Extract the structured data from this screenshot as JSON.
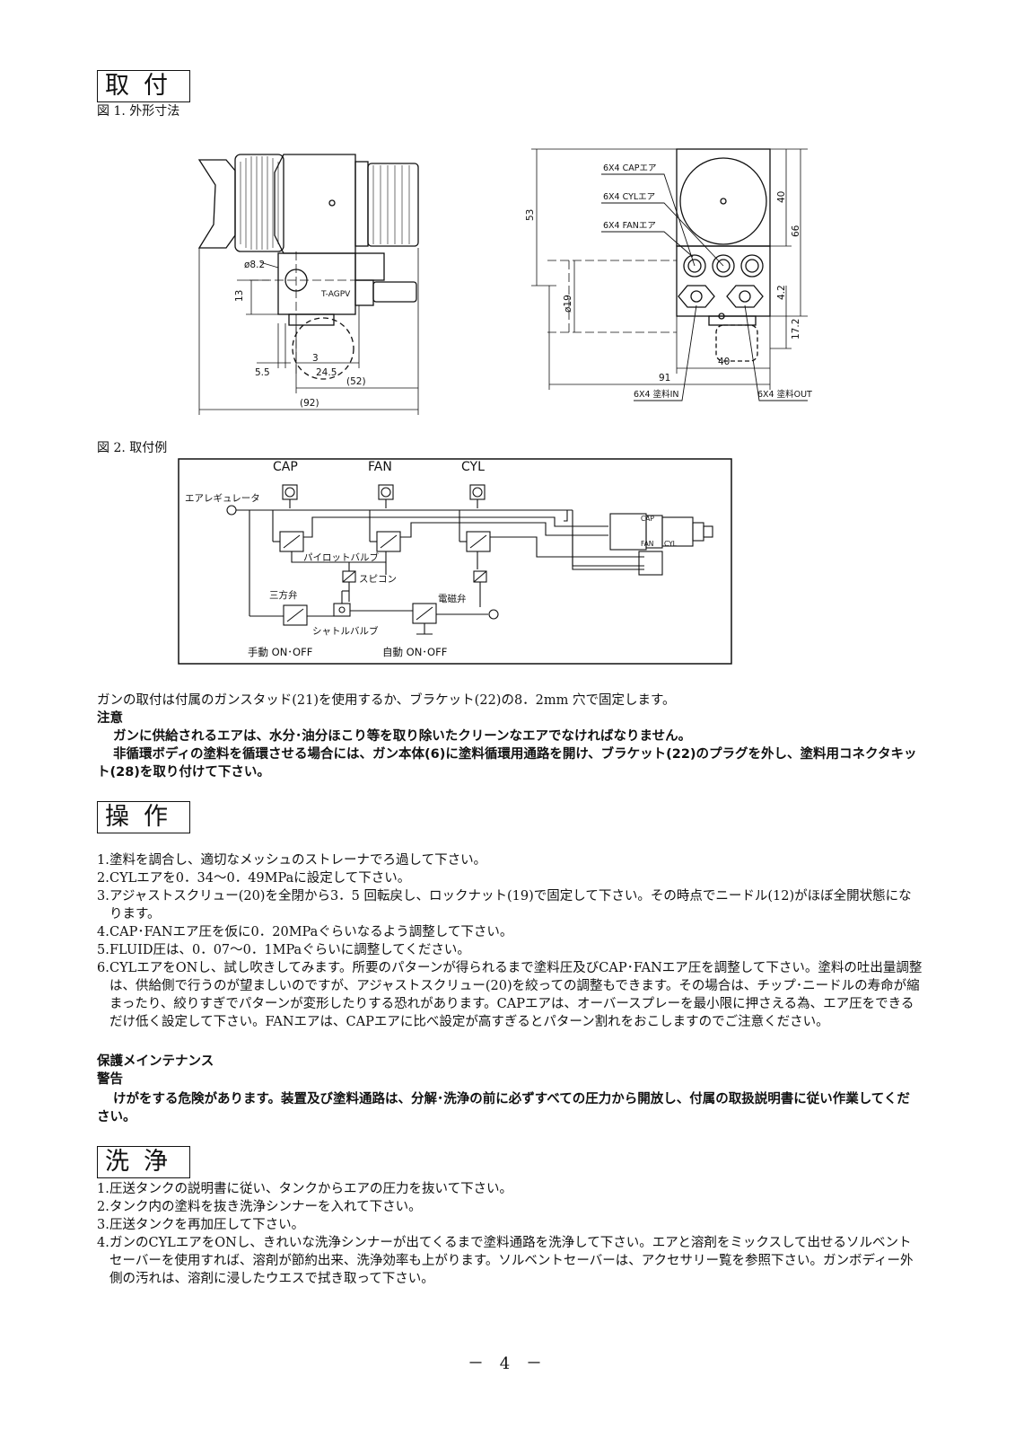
{
  "sections": {
    "mounting": {
      "heading": "取付",
      "fig1_caption": "図 1. 外形寸法",
      "fig2_caption": "図 2. 取付例"
    },
    "operation": {
      "heading": "操作"
    },
    "cleaning": {
      "heading": "洗浄"
    }
  },
  "figure1": {
    "left": {
      "dim_diameter": "ø8.2",
      "dim_13": "13",
      "dim_3": "3",
      "dim_5_5": "5.5",
      "dim_24_5": "24.5",
      "dim_52": "(52)",
      "dim_92": "(92)",
      "model": "T-AGPV"
    },
    "right": {
      "label_cap": "6X4 CAPエア",
      "label_cyl": "6X4 CYLエア",
      "label_fan": "6X4 FANエア",
      "label_in": "6X4 塗料IN",
      "label_out": "6X4 塗料OUT",
      "dim_53": "53",
      "dim_40v": "40",
      "dim_66": "66",
      "dim_4_2": "4.2",
      "dim_17_2": "17.2",
      "dim_19": "ø19",
      "dim_40h": "40",
      "dim_91": "91"
    }
  },
  "figure2": {
    "gauge_cap": "CAP",
    "gauge_fan": "FAN",
    "gauge_cyl": "CYL",
    "regulator": "エアレギュレータ",
    "pilot_valve": "パイロットバルブ",
    "speed_control": "スピコン",
    "three_way": "三方弁",
    "shuttle": "シャトルバルブ",
    "solenoid": "電磁弁",
    "manual": "手動 ON･OFF",
    "auto": "自動 ON･OFF",
    "gun_cap": "CAP",
    "gun_fan": "FAN",
    "gun_cyl": "CYL"
  },
  "mounting_text": {
    "intro": "ガンの取付は付属のガンスタッド(21)を使用するか、ブラケット(22)の8．2mm 穴で固定します。",
    "caution_label": "注意",
    "caution_1": "ガンに供給されるエアは、水分･油分ほこり等を取り除いたクリーンなエアでなければなりません。",
    "caution_2": "非循環ボディの塗料を循環させる場合には、ガン本体(6)に塗料循環用通路を開け、ブラケット(22)のプラグを外し、塗料用コネクタキット(28)を取り付けて下さい。"
  },
  "operation_steps": [
    {
      "n": "1.",
      "text": "塗料を調合し、適切なメッシュのストレーナでろ過して下さい。"
    },
    {
      "n": "2.",
      "text": "CYLエアを0．34～0．49MPaに設定して下さい。"
    },
    {
      "n": "3.",
      "text": "アジャストスクリュー(20)を全閉から3．5 回転戻し、ロックナット(19)で固定して下さい。その時点でニードル(12)がほぼ全開状態になります。"
    },
    {
      "n": "4.",
      "text": "CAP･FANエア圧を仮に0．20MPaぐらいなるよう調整して下さい。"
    },
    {
      "n": "5.",
      "text": "FLUID圧は、0．07～0．1MPaぐらいに調整してください。"
    },
    {
      "n": "6.",
      "text": "CYLエアをONし、試し吹きしてみます。所要のパターンが得られるまで塗料圧及びCAP･FANエア圧を調整して下さい。塗料の吐出量調整は、供給側で行うのが望ましいのですが、アジャストスクリュー(20)を絞っての調整もできます。その場合は、チップ･ニードルの寿命が縮まったり、絞りすぎでパターンが変形したりする恐れがあります。CAPエアは、オーバースプレーを最小限に押さえる為、エア圧をできるだけ低く設定して下さい。FANエアは、CAPエアに比べ設定が高すぎるとパターン割れをおこしますのでご注意ください。"
    }
  ],
  "maintenance": {
    "title": "保護メインテナンス",
    "warning_label": "警告",
    "warning_text": "けがをする危険があります。装置及び塗料通路は、分解･洗浄の前に必ずすべての圧力から開放し、付属の取扱説明書に従い作業してください。"
  },
  "cleaning_steps": [
    {
      "n": "1.",
      "text": "圧送タンクの説明書に従い、タンクからエアの圧力を抜いて下さい。"
    },
    {
      "n": "2.",
      "text": "タンク内の塗料を抜き洗浄シンナーを入れて下さい。"
    },
    {
      "n": "3.",
      "text": "圧送タンクを再加圧して下さい。"
    },
    {
      "n": "4.",
      "text": "ガンのCYLエアをONし、きれいな洗浄シンナーが出てくるまで塗料通路を洗浄して下さい。エアと溶剤をミックスして出せるソルベントセーバーを使用すれば、溶剤が節約出来、洗浄効率も上がります。ソルベントセーバーは、アクセサリー覧を参照下さい。ガンボディー外側の汚れは、溶剤に浸したウエスで拭き取って下さい。"
    }
  ],
  "footer": {
    "page_number": "－ 4 －"
  }
}
